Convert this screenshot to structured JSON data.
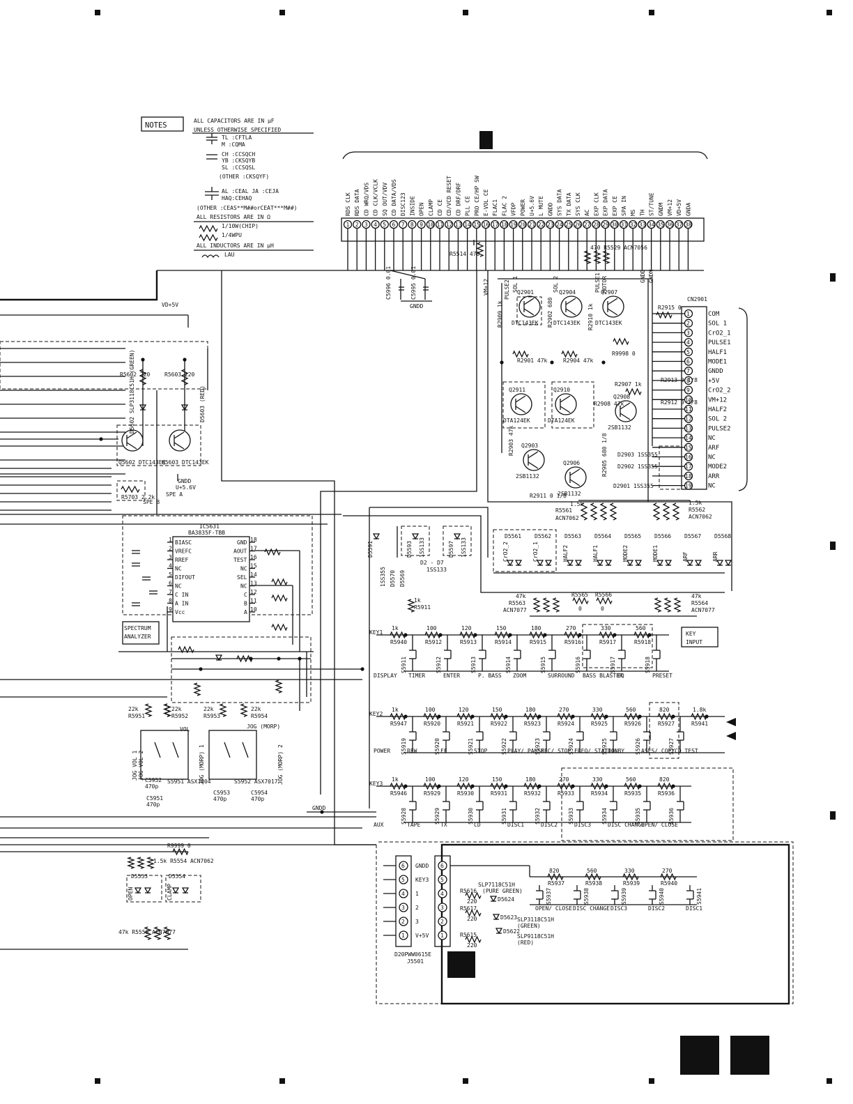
{
  "notes": {
    "box_label": "NOTES",
    "lines": [
      "ALL CAPACITORS ARE IN µF",
      "UNLESS OTHERWISE SPECIFIED",
      "TL  :CFTLA",
      "M   :CQMA",
      "CH  :CCSQCH",
      "YB  :CKSQYB",
      "SL  :CCSQSL",
      "(OTHER :CKSQYF)",
      "AL :CEAL   JA :CEJA",
      "HAQ:CEHAQ",
      "(OTHER :CEAS**M##orCEAT***M##)",
      "ALL RESISTORS ARE IN Ω",
      "1/10W(CHIP)",
      "1/4WPU",
      "ALL INDUCTORS ARE IN µH",
      "LAU"
    ]
  },
  "connector_signals": [
    "RDS CLK",
    "RDS DATA",
    "CD WRQ/VDS",
    "CD CLK/VCLK",
    "SQ OUT/VDV",
    "CD DATA/VDS",
    "DISC123",
    "INSIDE",
    "OPEN",
    "CLAMP",
    "CD CE",
    "CD/VCD RESET",
    "CD DRF/DRF",
    "PLL CE",
    "PRO CE/HP SW",
    "E-VOL CE",
    "FLAC1",
    "FLAC 2",
    "VFDP",
    "POWER",
    "U+5.6V",
    "L MUTE",
    "GNDD",
    "SYS DATA",
    "TX DATA",
    "SYS CLK",
    "AC",
    "EXP CLK",
    "EXP DATA",
    "EXP CE",
    "SPA IN",
    "MS",
    "TH",
    "ST/TUNE",
    "GNDM",
    "VM+12",
    "VD+5V",
    "GNDA"
  ],
  "connector_pins": [
    "1",
    "2",
    "3",
    "4",
    "5",
    "6",
    "7",
    "8",
    "9",
    "10",
    "11",
    "12",
    "13",
    "14",
    "15",
    "16",
    "17",
    "18",
    "19",
    "20",
    "21",
    "22",
    "23",
    "24",
    "25",
    "26",
    "27",
    "28",
    "29",
    "30",
    "31",
    "32",
    "33",
    "34",
    "35",
    "36",
    "37",
    "38"
  ],
  "cn2901": {
    "ref": "CN2901",
    "pins": [
      {
        "n": "1",
        "name": "COM"
      },
      {
        "n": "2",
        "name": "SOL 1"
      },
      {
        "n": "3",
        "name": "CrO2_1"
      },
      {
        "n": "4",
        "name": "PULSE1"
      },
      {
        "n": "5",
        "name": "HALF1"
      },
      {
        "n": "6",
        "name": "MODE1"
      },
      {
        "n": "7",
        "name": "GNDD"
      },
      {
        "n": "8",
        "name": "+5V"
      },
      {
        "n": "9",
        "name": "CrO2_2"
      },
      {
        "n": "10",
        "name": "VM+12"
      },
      {
        "n": "11",
        "name": "HALF2"
      },
      {
        "n": "12",
        "name": "SOL 2"
      },
      {
        "n": "13",
        "name": "PULSE2"
      },
      {
        "n": "14",
        "name": "NC"
      },
      {
        "n": "15",
        "name": "ARF"
      },
      {
        "n": "16",
        "name": "NC"
      },
      {
        "n": "17",
        "name": "MODE2"
      },
      {
        "n": "18",
        "name": "ARR"
      },
      {
        "n": "19",
        "name": "NC"
      }
    ]
  },
  "ic5631": {
    "ref": "IC5631",
    "part": "BA3835F-TBB",
    "left_pins": [
      {
        "n": "1",
        "name": "BIASC"
      },
      {
        "n": "2",
        "name": "VREFC"
      },
      {
        "n": "3",
        "name": "RREF"
      },
      {
        "n": "4",
        "name": "NC"
      },
      {
        "n": "5",
        "name": "DIFOUT"
      },
      {
        "n": "6",
        "name": "NC"
      },
      {
        "n": "7",
        "name": "C IN"
      },
      {
        "n": "8",
        "name": "A IN"
      },
      {
        "n": "9",
        "name": "Vcc"
      }
    ],
    "right_pins": [
      {
        "n": "18",
        "name": "GND"
      },
      {
        "n": "17",
        "name": "AOUT"
      },
      {
        "n": "16",
        "name": "TEST"
      },
      {
        "n": "15",
        "name": "NC"
      },
      {
        "n": "14",
        "name": "SEL"
      },
      {
        "n": "13",
        "name": "NC"
      },
      {
        "n": "12",
        "name": "C"
      },
      {
        "n": "11",
        "name": "B"
      },
      {
        "n": "10",
        "name": "A"
      }
    ],
    "tag": "SPECTRUM ANALYZER"
  },
  "key_input": {
    "title": "KEY INPUT",
    "row1_label": "KEY1",
    "row2_label": "KEY2",
    "row3_label": "KEY3",
    "row1_res": [
      {
        "ref": "R5940",
        "val": "1k"
      },
      {
        "ref": "R5912",
        "val": "100"
      },
      {
        "ref": "R5913",
        "val": "120"
      },
      {
        "ref": "R5914",
        "val": "150"
      },
      {
        "ref": "R5915",
        "val": "180"
      },
      {
        "ref": "R5916",
        "val": "270"
      },
      {
        "ref": "R5917",
        "val": "330"
      },
      {
        "ref": "R5918",
        "val": "560"
      }
    ],
    "row1_sw": [
      "S5911",
      "S5912",
      "S5913",
      "S5914",
      "S5915",
      "S5916",
      "S5917",
      "S5918"
    ],
    "row1_keys": [
      "DISPLAY",
      "TIMER",
      "ENTER",
      "P. BASS",
      "ZOOM",
      "SURROUND",
      "BASS BLASTER",
      "EQ",
      "PRESET"
    ],
    "row2_res": [
      {
        "ref": "R5947",
        "val": "1k"
      },
      {
        "ref": "R5920",
        "val": "100"
      },
      {
        "ref": "R5921",
        "val": "120"
      },
      {
        "ref": "R5922",
        "val": "150"
      },
      {
        "ref": "R5923",
        "val": "180"
      },
      {
        "ref": "R5924",
        "val": "270"
      },
      {
        "ref": "R5925",
        "val": "330"
      },
      {
        "ref": "R5926",
        "val": "560"
      },
      {
        "ref": "R5927",
        "val": "820"
      },
      {
        "ref": "R5941",
        "val": "1.8k"
      }
    ],
    "row2_sw": [
      "S5919",
      "S5920",
      "S5921",
      "S5922",
      "S5923",
      "S5924",
      "S5925",
      "S5926",
      "S5927"
    ],
    "row2_keys": [
      "POWER",
      "REW",
      "FF",
      "STOP",
      "PLAY/ PAUSE",
      "REC/ STOP",
      "FREQ/ STATION",
      "DOLBY",
      "ASES/ COPY",
      "CD TEST"
    ],
    "row3_res": [
      {
        "ref": "R5946",
        "val": "1k"
      },
      {
        "ref": "R5929",
        "val": "100"
      },
      {
        "ref": "R5930",
        "val": "120"
      },
      {
        "ref": "R5931",
        "val": "150"
      },
      {
        "ref": "R5932",
        "val": "180"
      },
      {
        "ref": "R5933",
        "val": "270"
      },
      {
        "ref": "R5934",
        "val": "330"
      },
      {
        "ref": "R5935",
        "val": "560"
      },
      {
        "ref": "R5936",
        "val": "820"
      }
    ],
    "row3_sw": [
      "S5928",
      "S5929",
      "S5930",
      "S5931",
      "S5932",
      "S5933",
      "S5934",
      "S5935",
      "S5936"
    ],
    "row3_keys": [
      "AUX",
      "TAPE",
      "TX",
      "CD",
      "DISC1",
      "DISC2",
      "DISC3",
      "DISC CHANGE",
      "OPEN/ CLOSE"
    ]
  },
  "disc_board": {
    "res": [
      {
        "ref": "R5937",
        "val": "820"
      },
      {
        "ref": "R5938",
        "val": "560"
      },
      {
        "ref": "R5939",
        "val": "330"
      },
      {
        "ref": "R5940",
        "val": "270"
      }
    ],
    "sw": [
      "S5937",
      "S5938",
      "S5939",
      "S5940",
      "S5941"
    ],
    "keys": [
      "OPEN/ CLOSE",
      "DISC CHANGE",
      "DISC3",
      "DISC2",
      "DISC1"
    ],
    "conn_pins": [
      {
        "n": "6",
        "name": "GNDD"
      },
      {
        "n": "5",
        "name": "KEY3"
      },
      {
        "n": "4",
        "name": "1"
      },
      {
        "n": "3",
        "name": "2"
      },
      {
        "n": "2",
        "name": "3"
      },
      {
        "n": "1",
        "name": "V+5V"
      }
    ],
    "conn_ref": "D20PWW0615E",
    "conn_ref2": "J5501",
    "leds": [
      {
        "ref": "D5624",
        "part": "SLP7118C51H",
        "color": "(PURE GREEN)"
      },
      {
        "ref": "D5623",
        "part": "SLP3118C51H",
        "color": "(GREEN)"
      },
      {
        "ref": "D5622",
        "part": "SLP9118C51H",
        "color": "(RED)"
      }
    ],
    "res_led": [
      {
        "ref": "R5616",
        "val": "220"
      },
      {
        "ref": "R5617",
        "val": "220"
      },
      {
        "ref": "R5615",
        "val": "220"
      }
    ]
  },
  "left_parts": {
    "vd5v": "VD+5V",
    "r5602": "R5602 220",
    "r5603": "R5603 220",
    "d5602": "D5602 SLP3118C51H (GREEN)",
    "d5603": "D5603 (RED)",
    "q5602": "Q5602 DTC143EK",
    "q5603": "Q5603 DTC143EK",
    "gndd": "GNDD",
    "u56": "U+5.6V",
    "spea": "SPE A",
    "speb": "SPE B",
    "r5703": "R5703 2.2k"
  },
  "vol": {
    "vol_label": "VOL",
    "jog_label": "JOG (MORP)",
    "left_vert": [
      "JOG VOL 2",
      "JOG VOL 1"
    ],
    "mid_vert": [
      "JOG (MORP) 1",
      "JOG (MORP) 2"
    ],
    "res": [
      "22k R5951",
      "22k R5952",
      "22k R5953",
      "22k R5954"
    ],
    "s5951": "S5951 ASX7004",
    "s5952": "S5952 ASX7017",
    "caps": [
      "C5952 470p",
      "C5951 470p",
      "C5953 470p",
      "C5954 470p"
    ],
    "gndd": "GNDD"
  },
  "diodes_mid": {
    "dl": "D2 - D7",
    "part": "1SS133",
    "refs": [
      "D5591",
      "D5593",
      "D5597"
    ],
    "left": [
      "D5570",
      "D5569",
      "1SS355"
    ],
    "r5911": "1k R5911"
  },
  "transistors_right": [
    {
      "ref": "Q2901",
      "part": "DTC143EK"
    },
    {
      "ref": "Q2904",
      "part": "DTC143EK"
    },
    {
      "ref": "Q2907",
      "part": "DTC143EK"
    },
    {
      "ref": "Q2911",
      "part": "DTA124EK"
    },
    {
      "ref": "Q2910",
      "part": "DTA124EK"
    },
    {
      "ref": "Q2908",
      "part": "2SB1132"
    },
    {
      "ref": "Q2903",
      "part": "2SB1132"
    },
    {
      "ref": "Q2906",
      "part": "2SB1132"
    }
  ],
  "right_res": [
    "R2915 0",
    "R2909 1k",
    "R2902 680",
    "R2910 1k",
    "R9998 0",
    "R2901 47k",
    "R2904 47k",
    "R2907 1k",
    "R2908 47k",
    "R2903 47k",
    "R2911 0 1/8",
    "R2905 680 1/8",
    "R2913 0 1/8",
    "R2912 0 1/8"
  ],
  "diode_array": {
    "left_refs": [
      "D5561",
      "D5562",
      "D5563",
      "D5564",
      "D5565",
      "D5566",
      "D5567",
      "D5568"
    ],
    "names": [
      "CrO2_2",
      "CrO2_1",
      "HALF2",
      "HALF1",
      "MODE2",
      "MODE1",
      "ARF",
      "ARR"
    ],
    "r5561": "1.5k R5561 ACN7062",
    "r5562": "1.5k R5562 ACN7062",
    "r5563": "47k R5563 ACN7077",
    "r5564": "47k R5564 ACN7077",
    "r5565": "R5565 0",
    "r5566": "R5566 0"
  },
  "bottom_left": {
    "r9999": "R9999 0",
    "r5554": "1.5k R5554 ACN7062",
    "d5553": "D5553",
    "d5554": "D5554",
    "open": "OPEN",
    "clamp": "CLAMP",
    "r5558": "47k R5558 ACN7077"
  },
  "misc": {
    "gndd1": "GNDD",
    "gndd2": "GNDD",
    "gndm": "GNDM",
    "vm12": "VM+12",
    "r5514": "R5514 470",
    "r5529": "470 R5529 ACN7056",
    "c5996": "C5996 0.01",
    "c5995": "C5995 0.01",
    "pulse2": "PULSE2",
    "sol1": "SOL 1",
    "sol2": "SOL 2",
    "pulse1": "PULSE1",
    "motor": "MOTOR",
    "d2903": "D2903 1SS355",
    "d2902": "D2902 1SS355",
    "d2901": "D2901 1SS355"
  }
}
